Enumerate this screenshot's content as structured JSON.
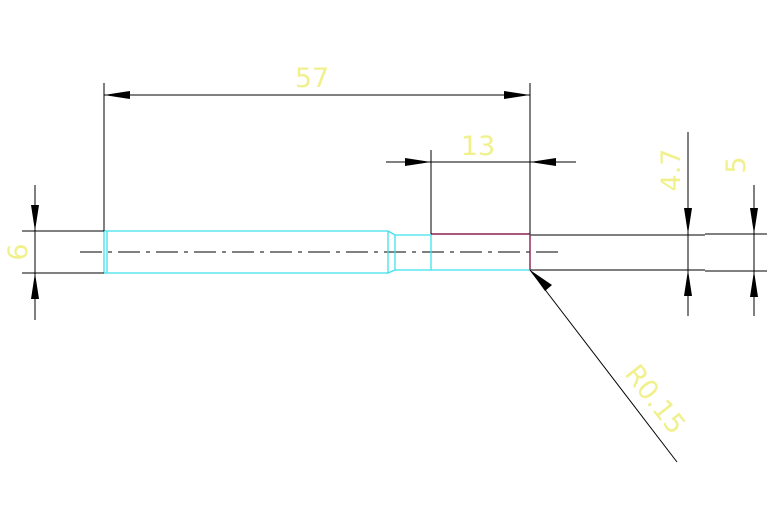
{
  "colors": {
    "background": "#ffffff",
    "dimension_line": "#000000",
    "dimension_text": "#f0f08c",
    "part_outline": "#3ee0ee",
    "center_line": "#000000",
    "tip_edge": "#8a2050",
    "tip_outline": "#444444"
  },
  "dimensions": {
    "overall_length": "57",
    "tip_length": "13",
    "shank_diameter": "6",
    "tip_diameter_a": "4.7",
    "tip_diameter_b": "5",
    "corner_radius": "R0.15"
  }
}
